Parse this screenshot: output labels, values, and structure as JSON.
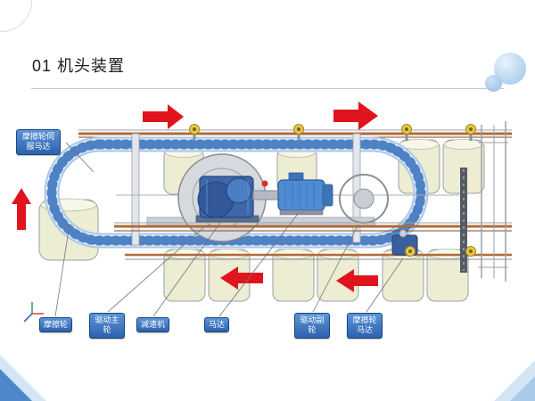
{
  "slide": {
    "title": "01 机头装置"
  },
  "callouts": {
    "servo_motor": "摩擦轮伺服马达",
    "friction_wheel": "摩擦轮",
    "drive_main_wheel": "驱动主轮",
    "reducer": "减速机",
    "motor": "马达",
    "drive_sub_wheel": "驱动副轮",
    "friction_wheel_motor": "摩擦轮马达"
  },
  "flow_arrows": [
    {
      "position": "top-left",
      "direction": "right"
    },
    {
      "position": "top-right",
      "direction": "right"
    },
    {
      "position": "left-side",
      "direction": "up"
    },
    {
      "position": "bottom-middle",
      "direction": "left"
    },
    {
      "position": "bottom-right",
      "direction": "left"
    }
  ],
  "colors": {
    "callout_bg": "#3b74c0",
    "arrow_red": "#e0141c",
    "cylinder_cream": "#ecedd2",
    "chain_blue": "#4e82c4",
    "rail_brown": "#b06a38",
    "machine_blue": "#4f8bd2"
  }
}
